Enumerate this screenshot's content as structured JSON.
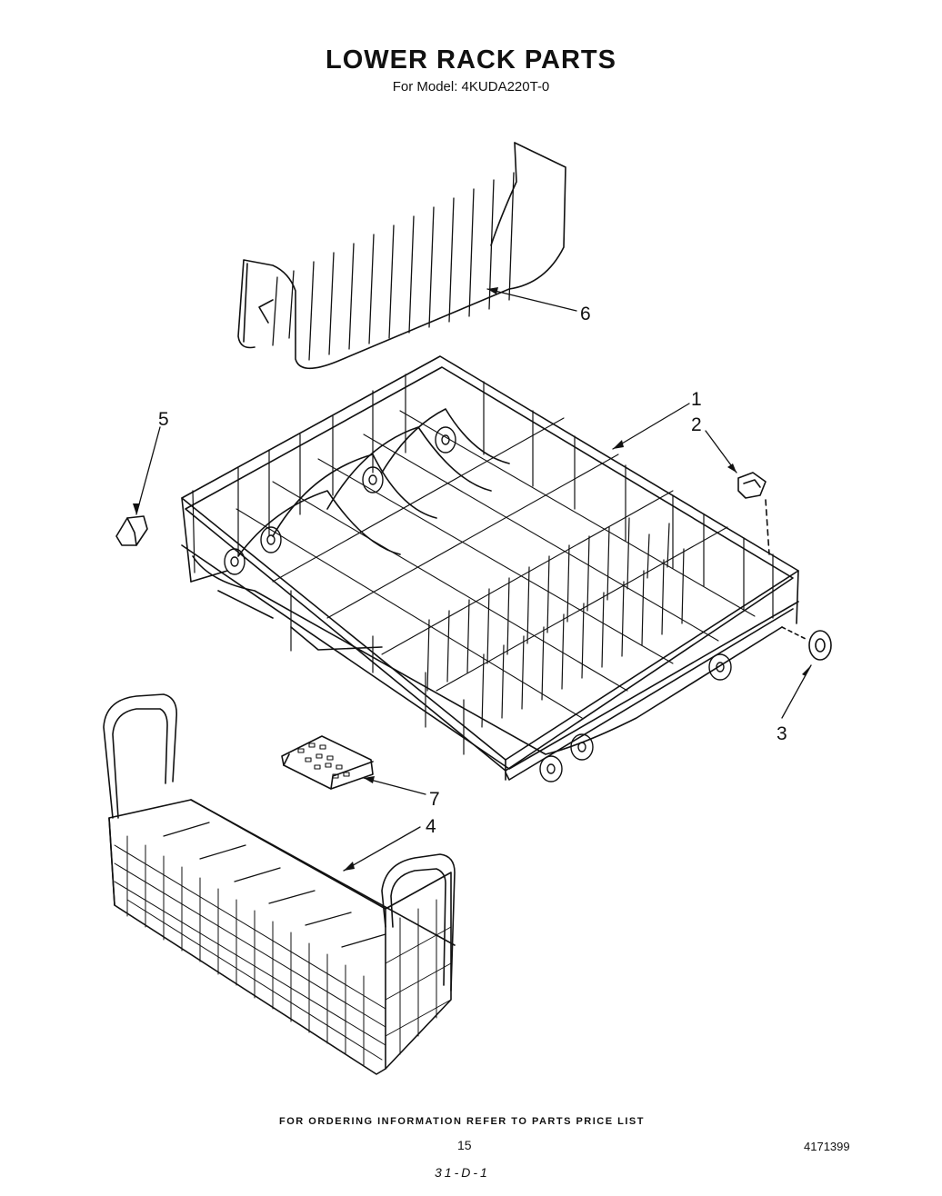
{
  "header": {
    "title": "LOWER RACK PARTS",
    "subtitle": "For Model: 4KUDA220T-0"
  },
  "callouts": [
    "1",
    "2",
    "3",
    "4",
    "5",
    "6",
    "7"
  ],
  "footer": {
    "ordering_note": "FOR ORDERING INFORMATION REFER TO PARTS PRICE LIST",
    "page_number": "15",
    "document_number": "4171399",
    "handwritten_note": "31-D-1"
  },
  "colors": {
    "ink": "#111111",
    "paper": "#ffffff"
  }
}
